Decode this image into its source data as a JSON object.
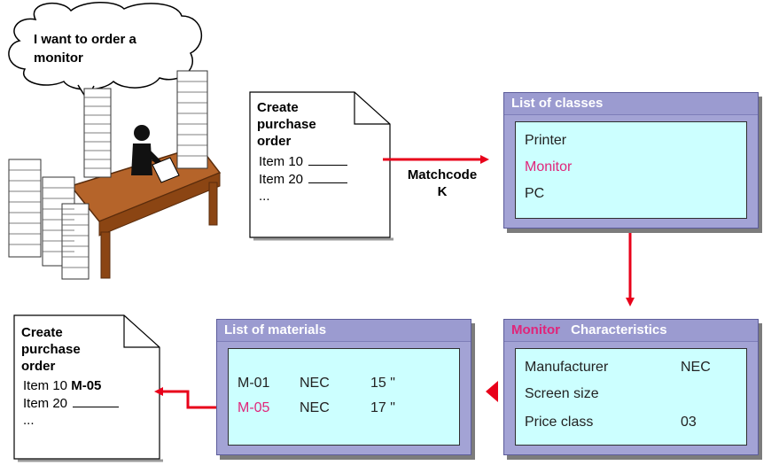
{
  "thought": {
    "line1": "I want to order a",
    "line2": "monitor"
  },
  "po_top": {
    "title": [
      "Create",
      "purchase",
      "order"
    ],
    "items": [
      {
        "label": "Item 10",
        "value": ""
      },
      {
        "label": "Item 20",
        "value": ""
      }
    ],
    "ellipsis": "..."
  },
  "matchcode": {
    "line1": "Matchcode",
    "line2": "K"
  },
  "classes": {
    "title": "List of classes",
    "items": [
      "Printer",
      "Monitor",
      "PC"
    ]
  },
  "characteristics": {
    "title_class": "Monitor",
    "title_rest": "Characteristics",
    "rows": [
      {
        "name": "Manufacturer",
        "value": "NEC"
      },
      {
        "name": "Screen size",
        "value": ""
      },
      {
        "name": "Price class",
        "value": "03"
      }
    ]
  },
  "materials": {
    "title": "List of materials",
    "rows": [
      {
        "id": "M-01",
        "maker": "NEC",
        "size": "15 \""
      },
      {
        "id": "M-05",
        "maker": "NEC",
        "size": "17 \""
      }
    ]
  },
  "po_bottom": {
    "title": [
      "Create",
      "purchase",
      "order"
    ],
    "items": [
      {
        "label": "Item 10",
        "value": "M-05"
      },
      {
        "label": "Item 20",
        "value": ""
      }
    ],
    "ellipsis": "..."
  },
  "colors": {
    "highlight": "#e0257a",
    "arrow": "#e8001a",
    "window_frame": "#a3a3d5",
    "window_body": "#ccffff"
  }
}
